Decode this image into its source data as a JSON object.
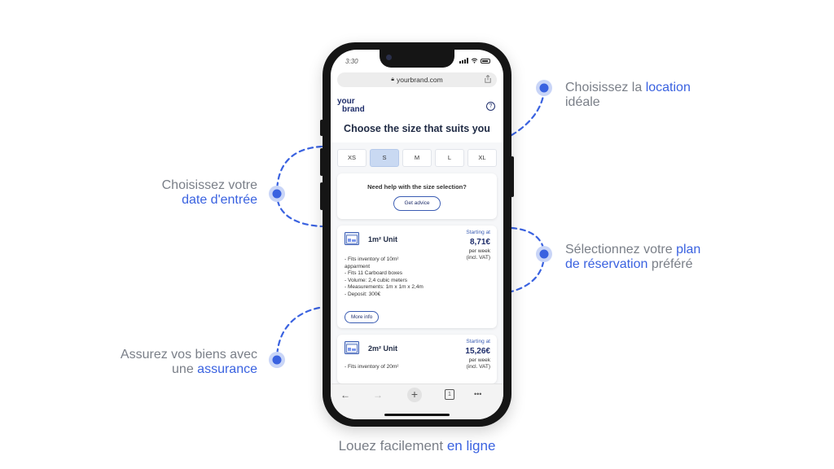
{
  "annotations": {
    "top_right": {
      "line1_pre": "Choisissez la ",
      "line1_hl": "location",
      "line2": "idéale"
    },
    "left_1": {
      "line1": "Choisissez votre",
      "line2_hl": "date d'entrée"
    },
    "right_2": {
      "line1_pre": "Sélectionnez votre ",
      "line1_hl": "plan",
      "line2_hl": "de réservation",
      "line2_post": " préféré"
    },
    "left_2": {
      "line1": "Assurez vos biens avec",
      "line2_pre": "une ",
      "line2_hl": "assurance"
    },
    "footer": {
      "pre": "Louez facilement ",
      "hl": "en ligne"
    }
  },
  "colors": {
    "accent": "#3a62e0",
    "dot": "#7c97ec",
    "muted_text": "#7a7f88",
    "navy": "#1f2e6b"
  },
  "phone": {
    "status_time": "3:30",
    "url": "yourbrand.com",
    "logo": {
      "line1": "your",
      "line2": "brand"
    },
    "help_icon": "?",
    "page_title": "Choose the size that suits you",
    "sizes": [
      "XS",
      "S",
      "M",
      "L",
      "XL"
    ],
    "selected_size": "S",
    "advice": {
      "question": "Need help with the size selection?",
      "button": "Get advice"
    },
    "units": [
      {
        "name": "1m² Unit",
        "starting_at": "Starting at",
        "price": "8,71€",
        "per": "per week",
        "vat": "(incl. VAT)",
        "features": [
          "- Fits inventory of 10m²",
          "apparment",
          "- Fits 11 Carboard boxes",
          "- Volume: 2,4 cubic meters",
          "- Measurements: 1m x 1m x 2,4m",
          "- Deposit: 300€"
        ],
        "more_label": "More info"
      },
      {
        "name": "2m² Unit",
        "starting_at": "Starting at",
        "price": "15,26€",
        "per": "per week",
        "vat": "(incl. VAT)",
        "features": [
          "- Fits inventory of 20m²"
        ]
      }
    ],
    "toolbar": {
      "back": "←",
      "forward": "→",
      "new_tab": "+",
      "tabs_count": "1",
      "menu": "•••"
    },
    "icons": {
      "lock": "lock-icon",
      "share": "share-icon",
      "help": "help-circle-icon",
      "storage": "storage-unit-icon"
    }
  }
}
